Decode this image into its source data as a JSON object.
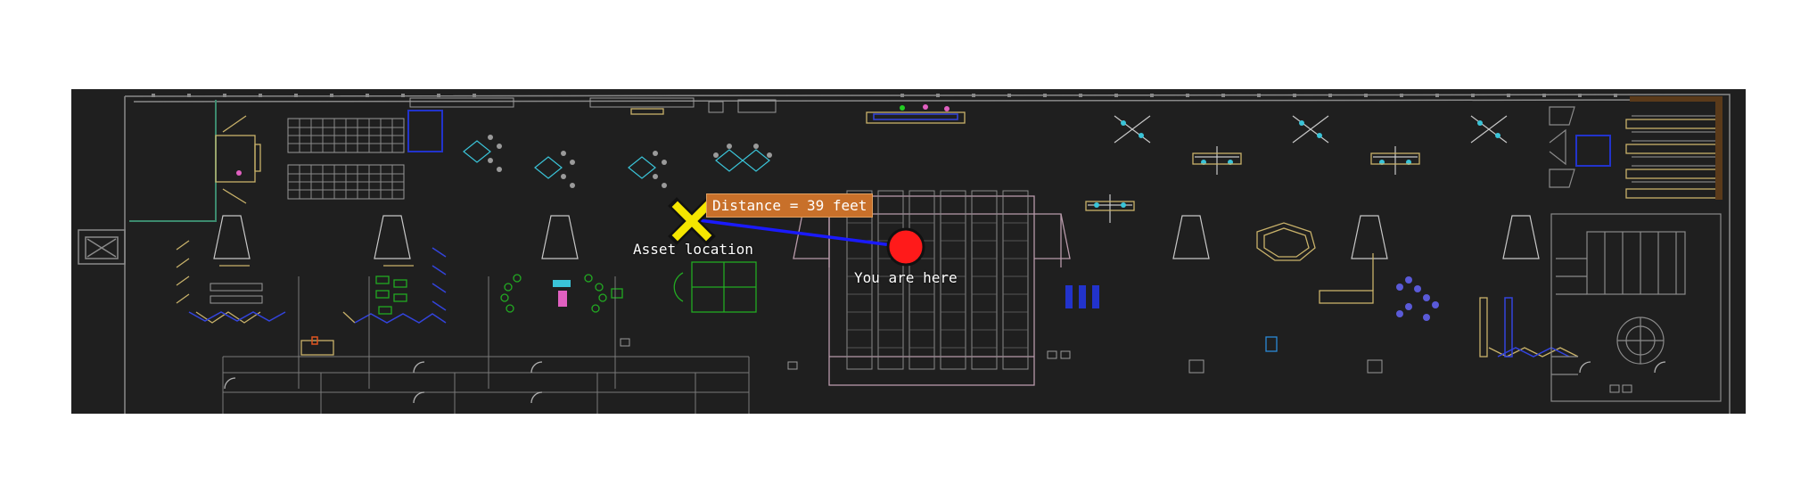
{
  "map": {
    "distance_label": "Distance = 39 feet",
    "asset_label": "Asset location",
    "you_label": "You are here",
    "colors": {
      "background": "#1f1f1f",
      "route": "#1a1aff",
      "you_marker": "#ff1a1a",
      "asset_marker": "#f5e600",
      "distance_box": "#c8702a"
    },
    "icons": {
      "asset_marker": "x-marker-icon",
      "you_marker": "location-dot-icon"
    }
  }
}
